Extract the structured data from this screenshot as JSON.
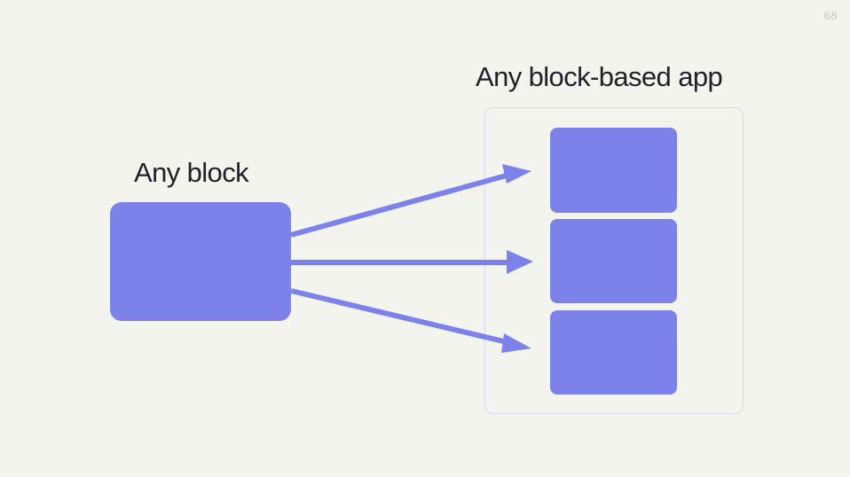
{
  "slide": {
    "page_number": "68",
    "background_color": "#f3f4ee",
    "accent_color": "#7d82ea",
    "container_border_color": "#d7daf0",
    "text_color": "#20212a",
    "page_number_color": "#c8c9c2"
  },
  "labels": {
    "source": "Any block",
    "target": "Any block-based app"
  },
  "source_block": {
    "name": "any-block",
    "color": "#7d82ea"
  },
  "app_container": {
    "name": "any-block-based-app-container",
    "blocks": [
      {
        "label": "",
        "color": "#7d82ea"
      },
      {
        "label": "",
        "color": "#7d82ea"
      },
      {
        "label": "",
        "color": "#7d82ea"
      }
    ]
  },
  "connections": [
    {
      "from": "any-block",
      "to": "app-block-1",
      "direction": "up-right"
    },
    {
      "from": "any-block",
      "to": "app-block-2",
      "direction": "right"
    },
    {
      "from": "any-block",
      "to": "app-block-3",
      "direction": "down-right"
    }
  ]
}
